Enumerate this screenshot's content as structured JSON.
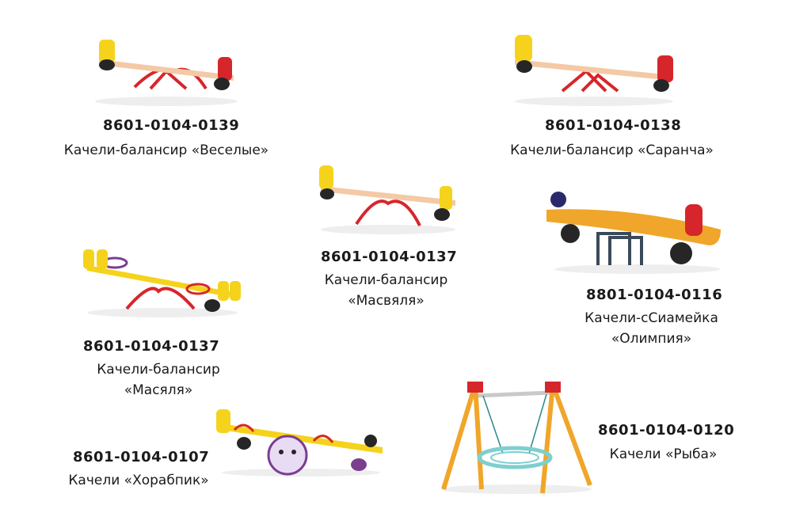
{
  "products": [
    {
      "code": "8601-0104-0139",
      "name": "Качели-балансир «Веселые»"
    },
    {
      "code": "8601-0104-0138",
      "name": "Качели-балансир «Саранча»"
    },
    {
      "code": "8601-0104-0137",
      "name_line1": "Качели-балансир",
      "name_line2": "«Масвяля»"
    },
    {
      "code": "8801-0104-0116",
      "name_line1": "Качели-сСиамейка",
      "name_line2": "«Олимпия»"
    },
    {
      "code": "8601-0104-0137",
      "name_line1": "Качели-балансир",
      "name_line2": "«Масяля»"
    },
    {
      "code": "8601-0104-0107",
      "name": "Качели «Хорабпик»"
    },
    {
      "code": "8601-0104-0120",
      "name": "Качели «Рыба»"
    }
  ],
  "colors": {
    "frame_red": "#d6262b",
    "seat_yellow": "#f5d31c",
    "board_peach": "#f4c9a6",
    "tire_black": "#262626",
    "handle_purple": "#7a3e8f",
    "swing_orange": "#f0a62a",
    "basket_teal": "#7ecfcf"
  }
}
